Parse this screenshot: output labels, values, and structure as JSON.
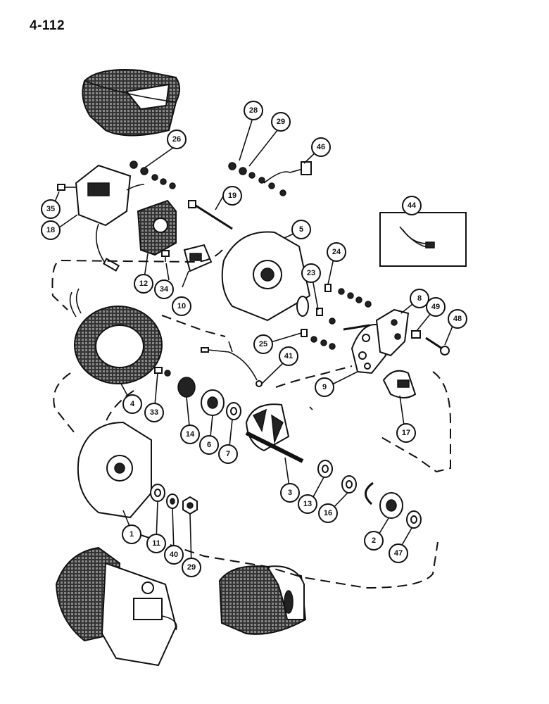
{
  "page": {
    "number": "4-112"
  },
  "callouts": [
    {
      "id": "c28",
      "label": "28"
    },
    {
      "id": "c29a",
      "label": "29"
    },
    {
      "id": "c46",
      "label": "46"
    },
    {
      "id": "c26",
      "label": "26"
    },
    {
      "id": "c35",
      "label": "35"
    },
    {
      "id": "c18",
      "label": "18"
    },
    {
      "id": "c19",
      "label": "19"
    },
    {
      "id": "c44",
      "label": "44"
    },
    {
      "id": "c5",
      "label": "5"
    },
    {
      "id": "c24",
      "label": "24"
    },
    {
      "id": "c12",
      "label": "12"
    },
    {
      "id": "c34",
      "label": "34"
    },
    {
      "id": "c10",
      "label": "10"
    },
    {
      "id": "c23",
      "label": "23"
    },
    {
      "id": "c8",
      "label": "8"
    },
    {
      "id": "c49",
      "label": "49"
    },
    {
      "id": "c48",
      "label": "48"
    },
    {
      "id": "c25",
      "label": "25"
    },
    {
      "id": "c41",
      "label": "41"
    },
    {
      "id": "c9",
      "label": "9"
    },
    {
      "id": "c4",
      "label": "4"
    },
    {
      "id": "c33",
      "label": "33"
    },
    {
      "id": "c14",
      "label": "14"
    },
    {
      "id": "c6",
      "label": "6"
    },
    {
      "id": "c7",
      "label": "7"
    },
    {
      "id": "c17",
      "label": "17"
    },
    {
      "id": "c3",
      "label": "3"
    },
    {
      "id": "c13",
      "label": "13"
    },
    {
      "id": "c16",
      "label": "16"
    },
    {
      "id": "c1",
      "label": "1"
    },
    {
      "id": "c11",
      "label": "11"
    },
    {
      "id": "c40",
      "label": "40"
    },
    {
      "id": "c29b",
      "label": "29"
    },
    {
      "id": "c2",
      "label": "2"
    },
    {
      "id": "c47",
      "label": "47"
    }
  ]
}
